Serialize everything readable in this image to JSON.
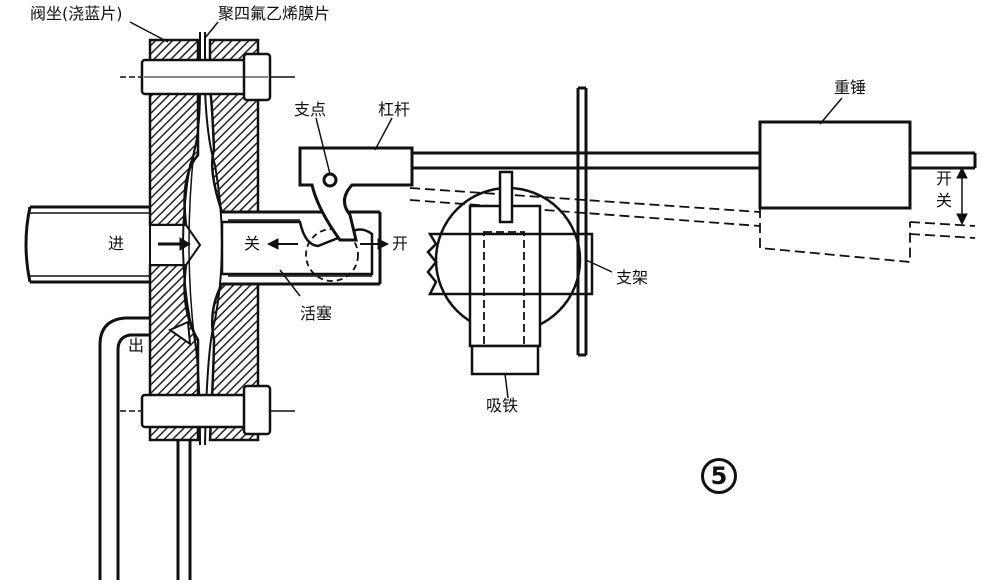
{
  "labels": {
    "valve_seat": "阀坐(浇蓝片)",
    "ptfe_membrane": "聚四氟乙烯膜片",
    "fulcrum": "支点",
    "lever": "杠杆",
    "counterweight": "重锤",
    "inlet": "进",
    "outlet": "出",
    "close_left": "关",
    "open_right": "开",
    "piston": "活塞",
    "bracket": "支架",
    "armature": "吸铁",
    "open_close": "开关"
  },
  "figure_number": "5"
}
